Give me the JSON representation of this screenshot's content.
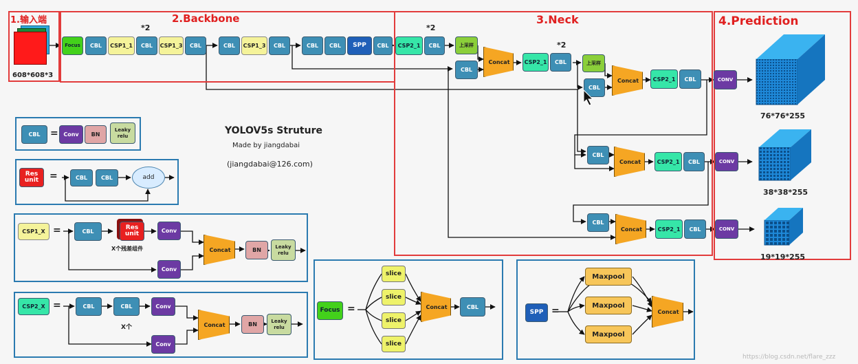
{
  "sections": {
    "input": "1.输入端",
    "backbone": "2.Backbone",
    "neck": "3.Neck",
    "prediction": "4.Prediction"
  },
  "input_size": "608*608*3",
  "multipliers": {
    "m1": "*2",
    "m2": "*2",
    "m3": "*2"
  },
  "blocks": {
    "focus": "Focus",
    "cbl": "CBL",
    "csp1_1": "CSP1_1",
    "csp1_3": "CSP1_3",
    "spp": "SPP",
    "csp2_1": "CSP2_1",
    "upsample": "上采样",
    "concat": "Concat",
    "conv": "CONV"
  },
  "outputs": [
    "76*76*255",
    "38*38*255",
    "19*19*255"
  ],
  "title": {
    "main": "YOLOV5s Struture",
    "author": "Made by jiangdabai",
    "email": "(jiangdabai@126.com)"
  },
  "legend": {
    "cbl": {
      "lhs": "CBL",
      "conv": "Conv",
      "bn": "BN",
      "leaky": "Leaky relu"
    },
    "res": {
      "lhs": "Res unit",
      "cbl": "CBL",
      "add": "add"
    },
    "csp1": {
      "lhs": "CSP1_X",
      "cbl": "CBL",
      "res": "Res unit",
      "conv": "Conv",
      "concat": "Concat",
      "bn": "BN",
      "leaky": "Leaky relu",
      "note": "X个残差组件"
    },
    "csp2": {
      "lhs": "CSP2_X",
      "cbl": "CBL",
      "conv": "Conv",
      "concat": "Concat",
      "bn": "BN",
      "leaky": "Leaky relu",
      "note": "X个"
    },
    "focus": {
      "lhs": "Focus",
      "slice": "slice",
      "concat": "Concat",
      "cbl": "CBL"
    },
    "spp": {
      "lhs": "SPP",
      "maxpool": "Maxpool",
      "concat": "Concat"
    }
  },
  "equals": "=",
  "watermark": "https://blog.csdn.net/flare_zzz",
  "colors": {
    "frame_red": "#e23b3b",
    "frame_blue": "#2a7ab0",
    "cbl": "#3e8fb5",
    "conv": "#6c3aa3",
    "concat": "#f5a623",
    "cube": "#1e88d8"
  }
}
